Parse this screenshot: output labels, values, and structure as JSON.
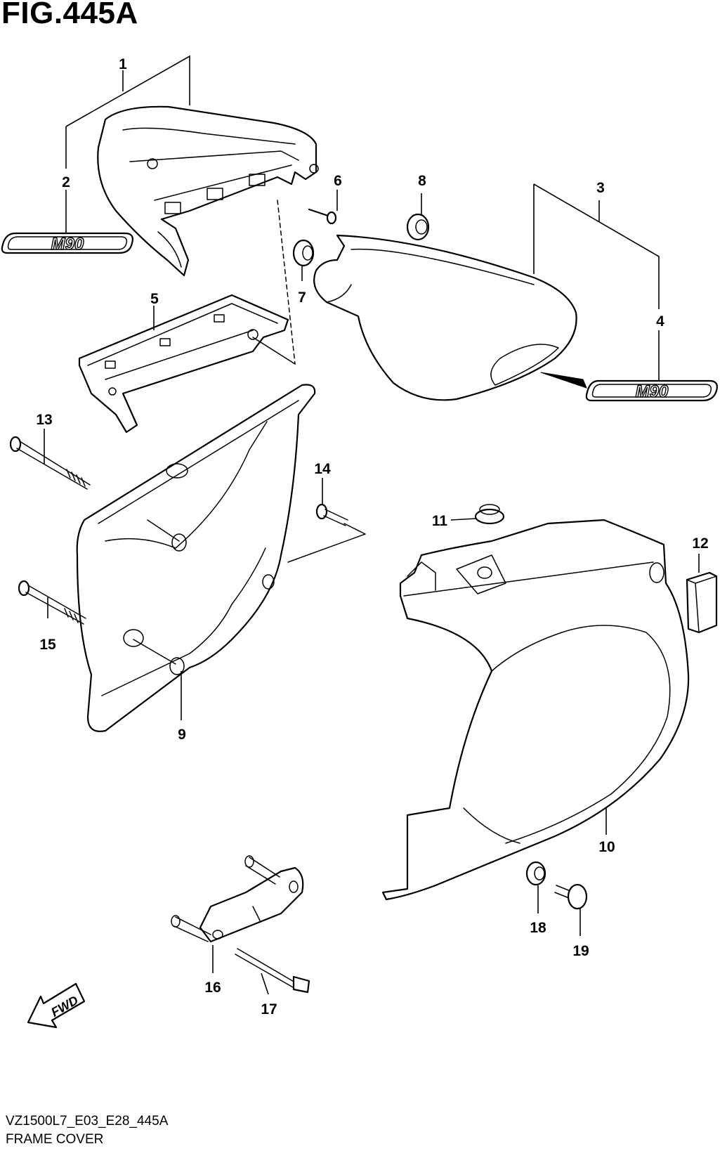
{
  "figure": {
    "title": "FIG.445A"
  },
  "footer": {
    "code": "VZ1500L7_E03_E28_445A",
    "name": "FRAME COVER"
  },
  "emblem_text": "M90",
  "direction_label": "FWD",
  "callouts": {
    "p1": "1",
    "p2": "2",
    "p3": "3",
    "p4": "4",
    "p5": "5",
    "p6": "6",
    "p7": "7",
    "p8": "8",
    "p9": "9",
    "p10": "10",
    "p11": "11",
    "p12": "12",
    "p13": "13",
    "p14": "14",
    "p15": "15",
    "p16": "16",
    "p17": "17",
    "p18": "18",
    "p19": "19"
  }
}
